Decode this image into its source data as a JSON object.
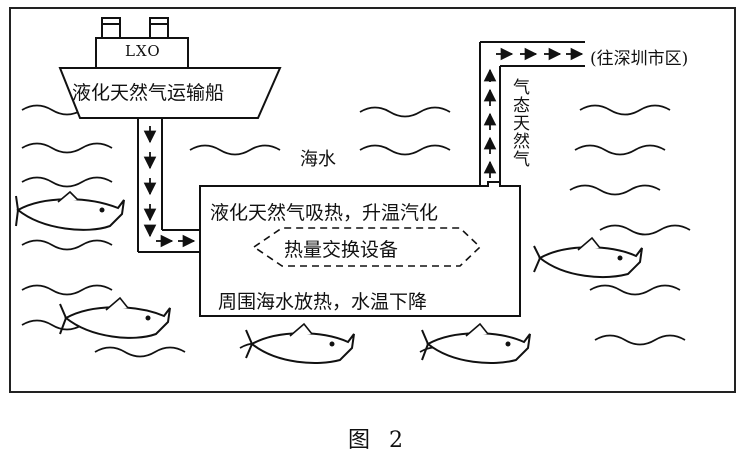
{
  "ship": {
    "label": "液化天然气运输船",
    "code": "LXO"
  },
  "sea_label": "海水",
  "exchanger": {
    "top_text": "液化天然气吸热，升温汽化",
    "center_text": "热量交换设备",
    "bottom_text": "周围海水放热，水温下降"
  },
  "destination": "(往深圳市区)",
  "gas_label": "气态天然气",
  "caption": "图 2",
  "icons": [
    "ship-icon",
    "fish-icon",
    "wave-icon",
    "arrow-icon"
  ],
  "colors": {
    "line": "#111111",
    "background": "#ffffff"
  }
}
